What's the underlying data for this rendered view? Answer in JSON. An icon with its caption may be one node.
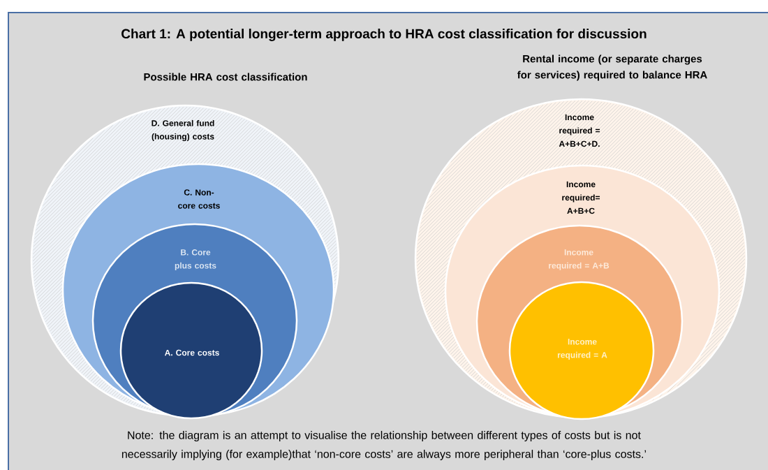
{
  "diagram": {
    "title": "Chart 1: A potential longer-term approach to HRA cost classification for discussion",
    "caption": "Note: the diagram is an attempt to visualise the relationship between different types of costs but is not necessarily implying (for example)that ‘non-core costs’ are always more peripheral than ‘core-plus costs.’",
    "nodes": [
      {
        "text": [
          "D. General fund (housing) costs"
        ]
      },
      {
        "text": [
          "C. Non-core costs"
        ],
        "in": 0
      },
      {
        "text": [
          "B. Core plus costs"
        ],
        "in": 1
      },
      {
        "text": [
          "A. Core costs"
        ],
        "in": 2
      },
      {
        "text": [
          "Income required = A+B+C+D."
        ]
      },
      {
        "text": [
          "Income required= A+B+C"
        ],
        "in": 4
      },
      {
        "text": [
          "Income required = A+B"
        ],
        "in": 5
      },
      {
        "text": [
          "Income required = A"
        ],
        "in": 6
      }
    ],
    "labels": [
      "Possible HRA cost classification",
      "Rental income (or separate charges for services) required to balance HRA"
    ]
  }
}
